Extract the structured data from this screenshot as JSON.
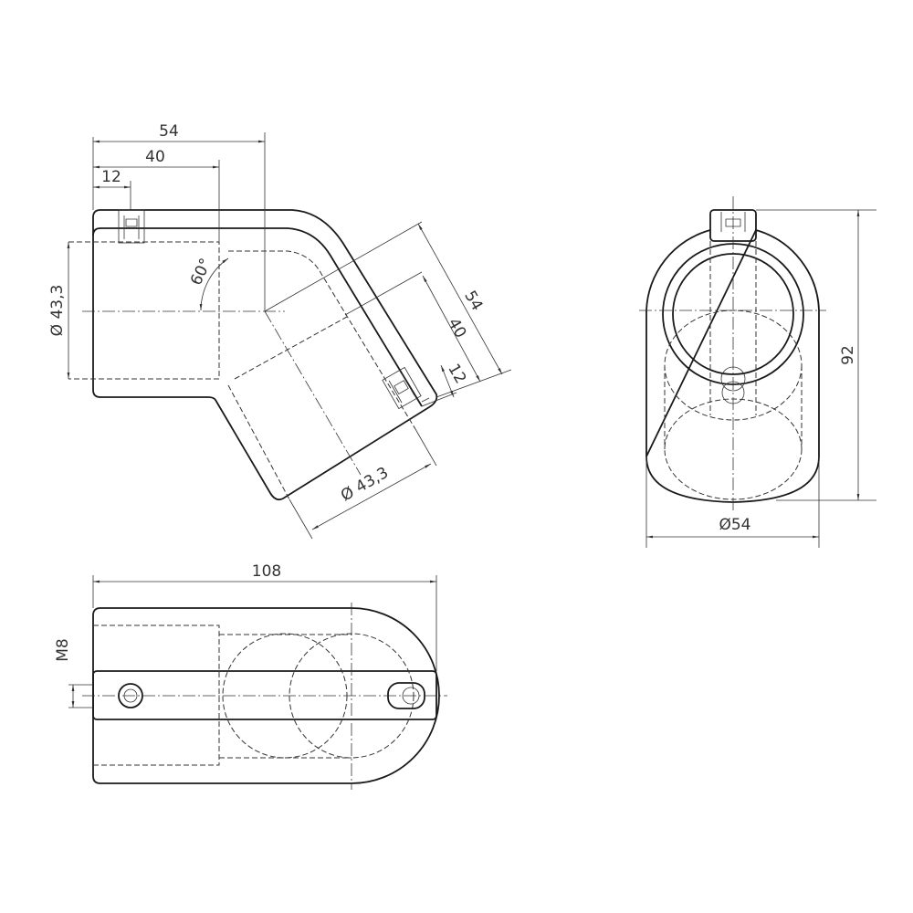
{
  "drawing": {
    "front_view": {
      "dims": {
        "overall_width": "54",
        "bore_depth": "40",
        "screw_offset": "12",
        "bore_dia": "Ø 43,3",
        "angle": "60°",
        "branch_overall": "54",
        "branch_depth": "40",
        "branch_screw_offset": "12",
        "branch_bore_dia": "Ø 43,3"
      }
    },
    "side_view": {
      "dims": {
        "height": "92",
        "outer_dia": "Ø54"
      }
    },
    "top_view": {
      "dims": {
        "length": "108",
        "thread": "M8"
      }
    }
  }
}
